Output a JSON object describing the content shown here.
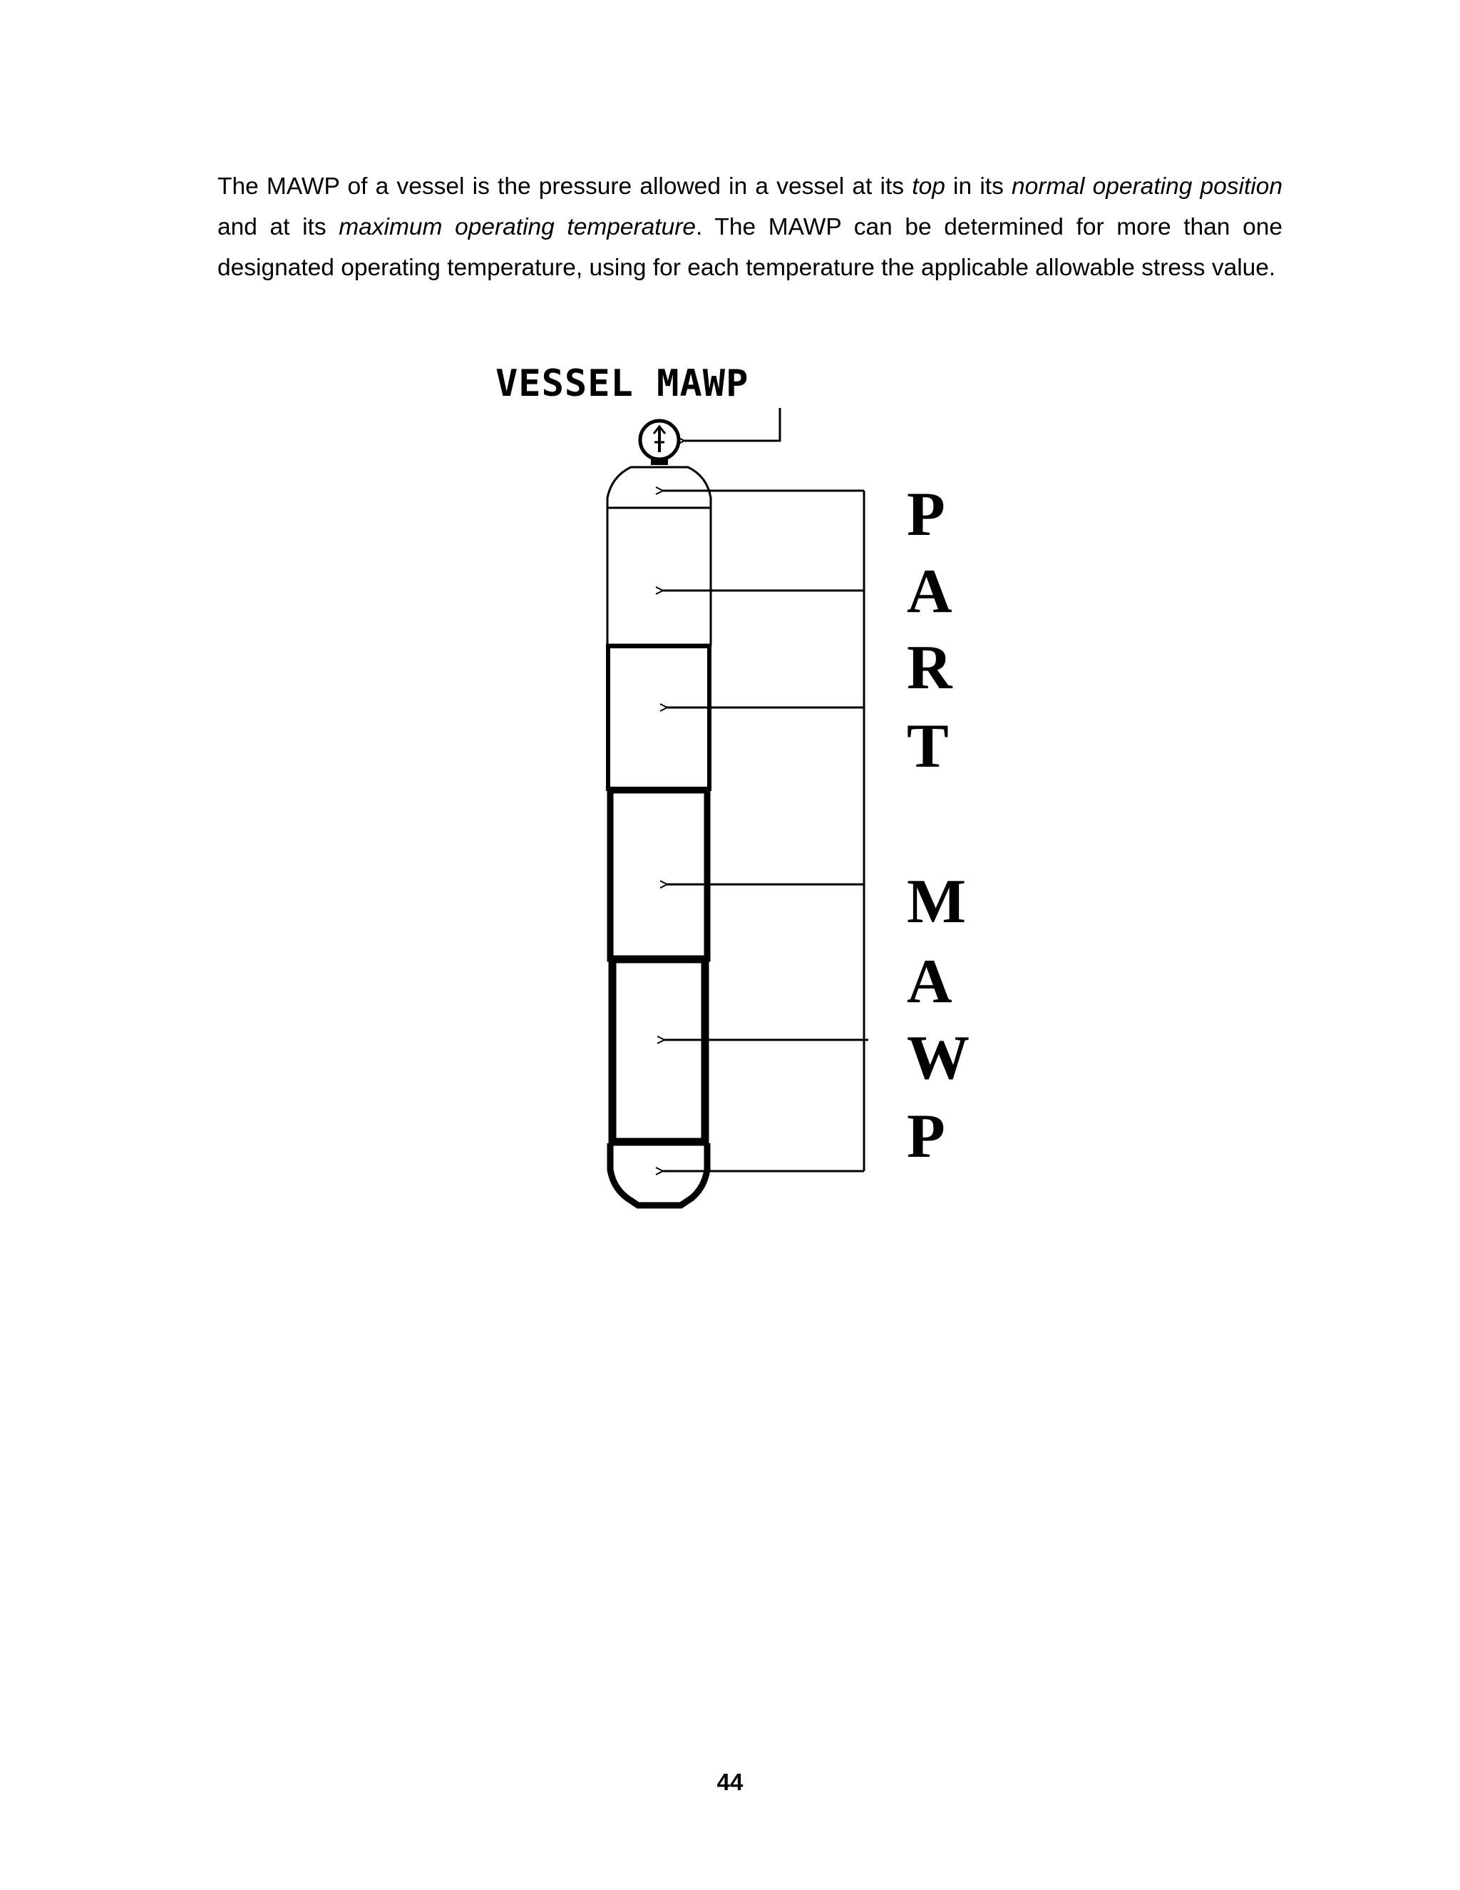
{
  "paragraph": {
    "s1": "The MAWP of a vessel is the pressure allowed in a vessel at its ",
    "s1_em": "top",
    "s2": " in its ",
    "s2_em": "normal operating position",
    "s3": " and at its ",
    "s3_em": "maximum operating temperature",
    "s4": ". The MAWP can be determined for more than one designated operating temperature, using for each temperature the applicable allowable stress value."
  },
  "figure": {
    "title": "VESSEL MAWP",
    "side_letters": [
      "P",
      "A",
      "R",
      "T",
      "M",
      "A",
      "W",
      "P"
    ]
  },
  "page_number": "44"
}
